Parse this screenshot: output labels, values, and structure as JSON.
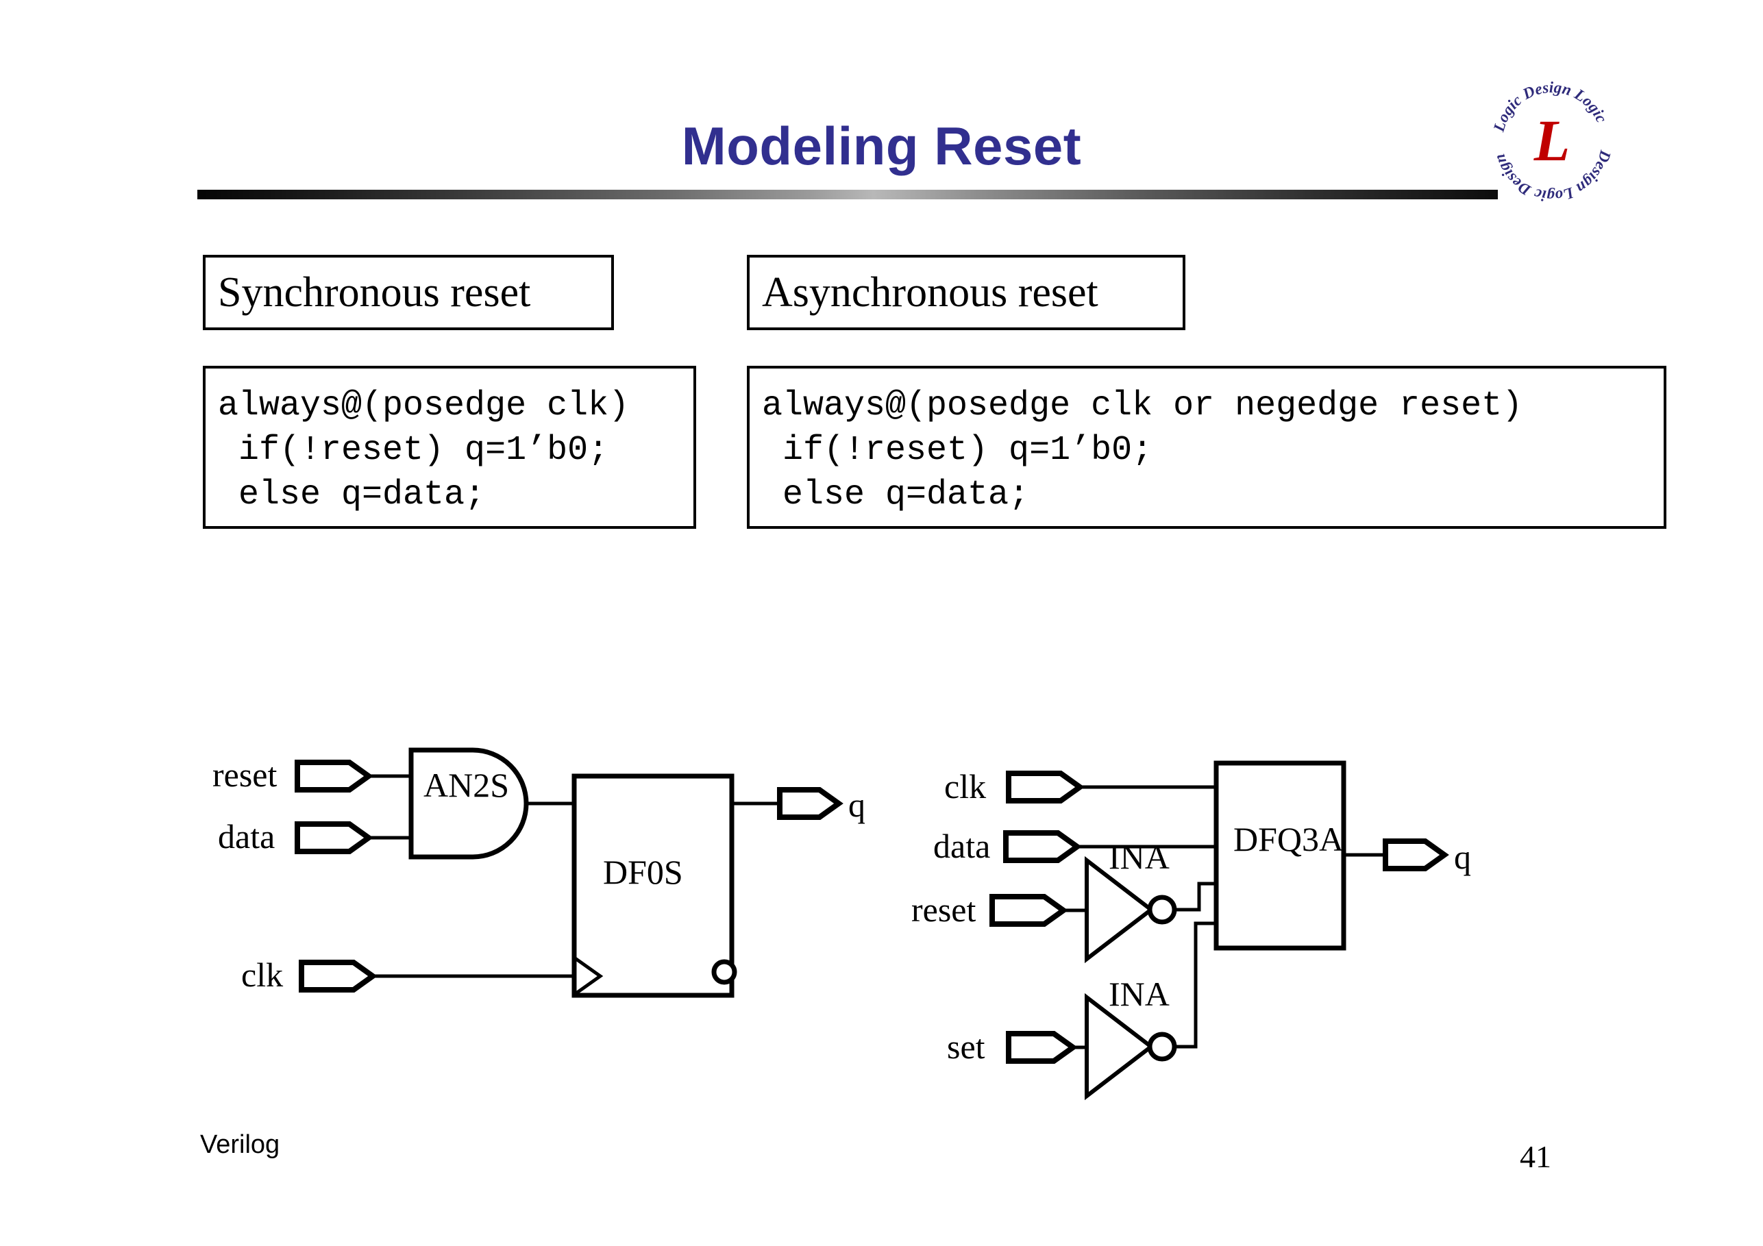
{
  "slide": {
    "title": "Modeling Reset",
    "title_color": "#312f8f",
    "footer_note": "Verilog",
    "page_number": "41"
  },
  "logo": {
    "name": "logic-design-logo",
    "center_letter": "L",
    "ring_text": "Logic Design",
    "center_color": "#c00000",
    "ring_color": "#2e2a7a"
  },
  "headings": {
    "sync": "Synchronous reset",
    "async": "Asynchronous reset"
  },
  "code": {
    "sync": "always@(posedge clk)\n if(!reset) q=1’b0;\n else q=data;",
    "async": "always@(posedge clk or negedge reset)\n if(!reset) q=1’b0;\n else q=data;"
  },
  "circuits": {
    "sync_circuit": {
      "inputs": [
        "reset",
        "data",
        "clk"
      ],
      "gates": [
        {
          "type": "and",
          "label": "AN2S"
        },
        {
          "type": "dff",
          "label": "DF0S"
        }
      ],
      "outputs": [
        "q"
      ]
    },
    "async_circuit": {
      "inputs": [
        "clk",
        "data",
        "reset",
        "set"
      ],
      "gates": [
        {
          "type": "inverter",
          "label": "INA"
        },
        {
          "type": "inverter",
          "label": "INA"
        },
        {
          "type": "dff",
          "label": "DFQ3A"
        }
      ],
      "outputs": [
        "q"
      ]
    }
  },
  "labels": {
    "reset": "reset",
    "data": "data",
    "clk": "clk",
    "set": "set",
    "q": "q",
    "an2s": "AN2S",
    "df0s": "DF0S",
    "ina": "INA",
    "dfq3a": "DFQ3A"
  }
}
